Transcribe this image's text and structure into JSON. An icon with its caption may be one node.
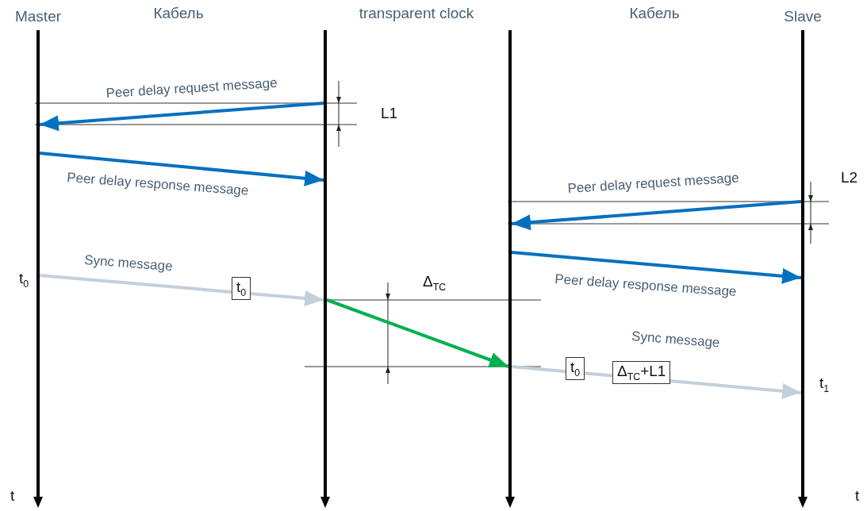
{
  "diagram": {
    "nodes": [
      {
        "text": [
          "Master"
        ]
      },
      {
        "text": [],
        "shape": "bar"
      },
      {
        "text": [],
        "shape": "bar"
      },
      {
        "text": [
          "Slave"
        ]
      }
    ],
    "edges": [
      {
        "from": 1,
        "to": 0,
        "arrow": "to",
        "label": "Peer delay request message"
      },
      {
        "from": 0,
        "to": 1,
        "arrow": "to",
        "label": "Peer delay response message"
      },
      {
        "from": 3,
        "to": 2,
        "arrow": "to",
        "label": "Peer delay request message"
      },
      {
        "from": 2,
        "to": 3,
        "arrow": "to",
        "label": "Peer delay response message"
      },
      {
        "from": 0,
        "to": 1,
        "arrow": "to",
        "label": "Sync  message",
        "color": "#c3cfdb"
      },
      {
        "from": 1,
        "to": 2,
        "arrow": "to",
        "color": "#00b050"
      },
      {
        "from": 2,
        "to": 3,
        "arrow": "to",
        "label": "Sync  message",
        "color": "#c3cfdb"
      }
    ],
    "labels": [
      "Кабель",
      "transparent clock",
      "Кабель",
      "L1",
      "L2",
      "t$_{0}$",
      "t$_{0}$",
      "Δ$_{TC}$",
      "t$_{0}$",
      "Δ$_{TC}$+L1",
      "t$_{1}$",
      "t",
      "t"
    ]
  }
}
